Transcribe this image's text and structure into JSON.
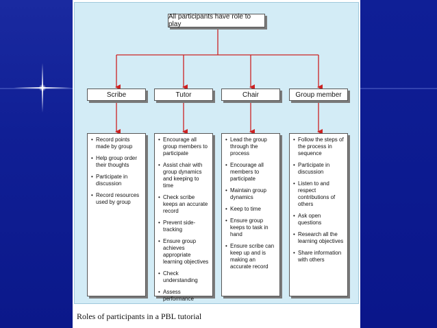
{
  "diagram": {
    "title": "All participants have role to play",
    "roles": [
      {
        "name": "Scribe",
        "duties": [
          "Record points made by group",
          "Help group order their thoughts",
          "Participate in discussion",
          "Record resources used by group"
        ]
      },
      {
        "name": "Tutor",
        "duties": [
          "Encourage all group members to participate",
          "Assist chair with group dynamics and keeping to time",
          "Check scribe keeps an accurate record",
          "Prevent side-tracking",
          "Ensure group achieves appropriate learning objectives",
          "Check understanding",
          "Assess performance"
        ]
      },
      {
        "name": "Chair",
        "duties": [
          "Lead the group through the process",
          "Encourage all members to participate",
          "Maintain group dynamics",
          "Keep to time",
          "Ensure group keeps to task in hand",
          "Ensure scribe can keep up and is making an accurate record"
        ]
      },
      {
        "name": "Group member",
        "duties": [
          "Follow the steps of the process in sequence",
          "Participate in discussion",
          "Listen to and respect contributions of others",
          "Ask open questions",
          "Research all the learning objectives",
          "Share information with others"
        ]
      }
    ],
    "caption": "Roles of participants in a PBL tutorial",
    "colors": {
      "arrow": "#cc2222",
      "panel": "#d3ecf6",
      "background": "#0a1a8c"
    }
  }
}
